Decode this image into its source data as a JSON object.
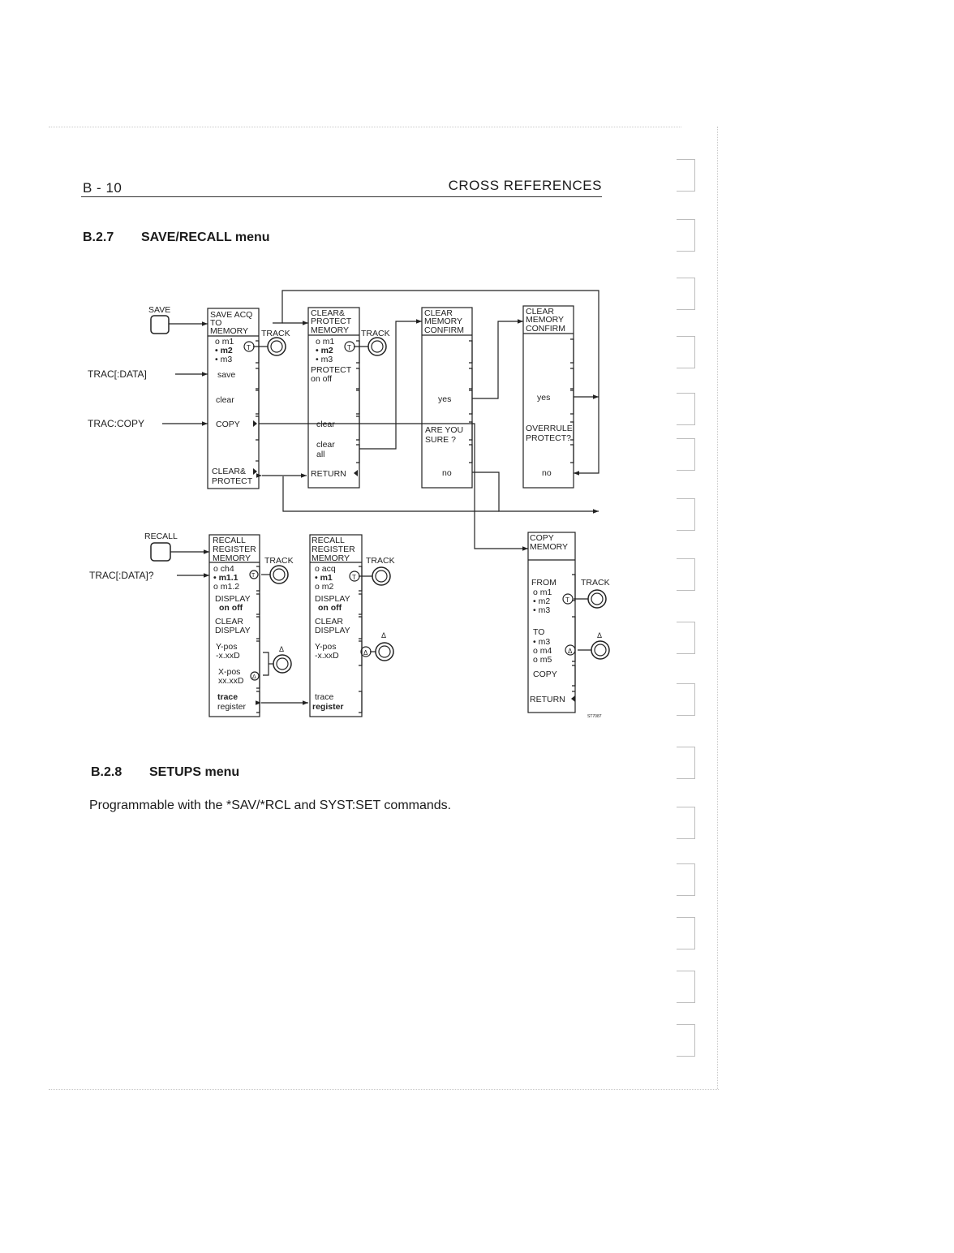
{
  "header": {
    "page_number": "B - 10",
    "chapter_title": "CROSS REFERENCES"
  },
  "sections": {
    "save_recall": {
      "number": "B.2.7",
      "title": "SAVE/RECALL menu"
    },
    "setups": {
      "number": "B.2.8",
      "title": "SETUPS menu"
    }
  },
  "setups_text": "Programmable with the *SAV/*RCL and SYST:SET commands.",
  "diagram": {
    "figure_id": "ST7087",
    "inputs": {
      "save_key": "SAVE",
      "recall_key": "RECALL",
      "trac_data": "TRAC[:DATA]",
      "trac_copy": "TRAC:COPY",
      "trac_data_query": "TRAC[:DATA]?",
      "track": "TRACK",
      "track_symbol": "T",
      "delta_symbol": "Δ"
    },
    "save_acq": {
      "title": [
        "SAVE ACQ",
        "TO",
        "MEMORY"
      ],
      "memories": [
        "o m1",
        "• m2",
        "• m3"
      ],
      "save": "save",
      "clear": "clear",
      "copy": "COPY",
      "clear_protect": [
        "CLEAR&",
        "PROTECT"
      ]
    },
    "clear_protect": {
      "title": [
        "CLEAR&",
        "PROTECT",
        "MEMORY"
      ],
      "memories": [
        "o m1",
        "• m2",
        "• m3"
      ],
      "protect": "PROTECT",
      "protect_state": "on off",
      "clear": "clear",
      "clear_all": [
        "clear",
        "all"
      ],
      "return": "RETURN"
    },
    "clear_confirm": {
      "title": [
        "CLEAR",
        "MEMORY",
        "CONFIRM"
      ],
      "yes": "yes",
      "question": [
        "ARE YOU",
        "SURE ?"
      ],
      "no": "no"
    },
    "clear_confirm_2": {
      "title": [
        "CLEAR",
        "MEMORY",
        "CONFIRM"
      ],
      "yes": "yes",
      "question": [
        "OVERRULE",
        "PROTECT?"
      ],
      "no": "no"
    },
    "recall_register": {
      "title": [
        "RECALL",
        "REGISTER",
        "MEMORY"
      ],
      "memories": [
        "o ch4",
        "• m1.1",
        "o m1.2"
      ],
      "display": "DISPLAY",
      "display_state": "on off",
      "clear_display": [
        "CLEAR",
        "DISPLAY"
      ],
      "ypos": [
        "Y-pos",
        "-x.xxD"
      ],
      "xpos": [
        "X-pos",
        "xx.xxD"
      ],
      "mode": [
        "trace",
        "register"
      ]
    },
    "recall_register_2": {
      "title": [
        "RECALL",
        "REGISTER",
        "MEMORY"
      ],
      "memories": [
        "o acq",
        "• m1",
        "o m2"
      ],
      "display": "DISPLAY",
      "display_state": "on off",
      "clear_display": [
        "CLEAR",
        "DISPLAY"
      ],
      "ypos": [
        "Y-pos",
        "-x.xxD"
      ],
      "mode": [
        "trace",
        "register"
      ]
    },
    "copy_memory": {
      "title": [
        "COPY",
        "MEMORY"
      ],
      "from": "FROM",
      "from_memories": [
        "o m1",
        "• m2",
        "• m3"
      ],
      "to": "TO",
      "to_memories": [
        "• m3",
        "o m4",
        "o m5"
      ],
      "copy": "COPY",
      "return": "RETURN"
    }
  }
}
